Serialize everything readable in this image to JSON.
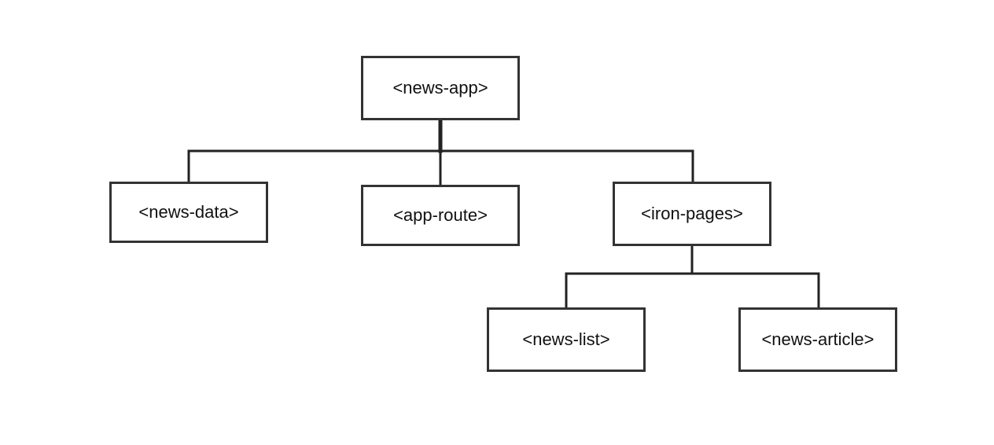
{
  "nodes": {
    "news_app": "<news-app>",
    "news_data": "<news-data>",
    "app_route": "<app-route>",
    "iron_pages": "<iron-pages>",
    "news_list": "<news-list>",
    "news_article": "<news-article>"
  },
  "colors": {
    "border": "#333333",
    "line": "#222222",
    "text": "#111111",
    "background": "#ffffff"
  }
}
